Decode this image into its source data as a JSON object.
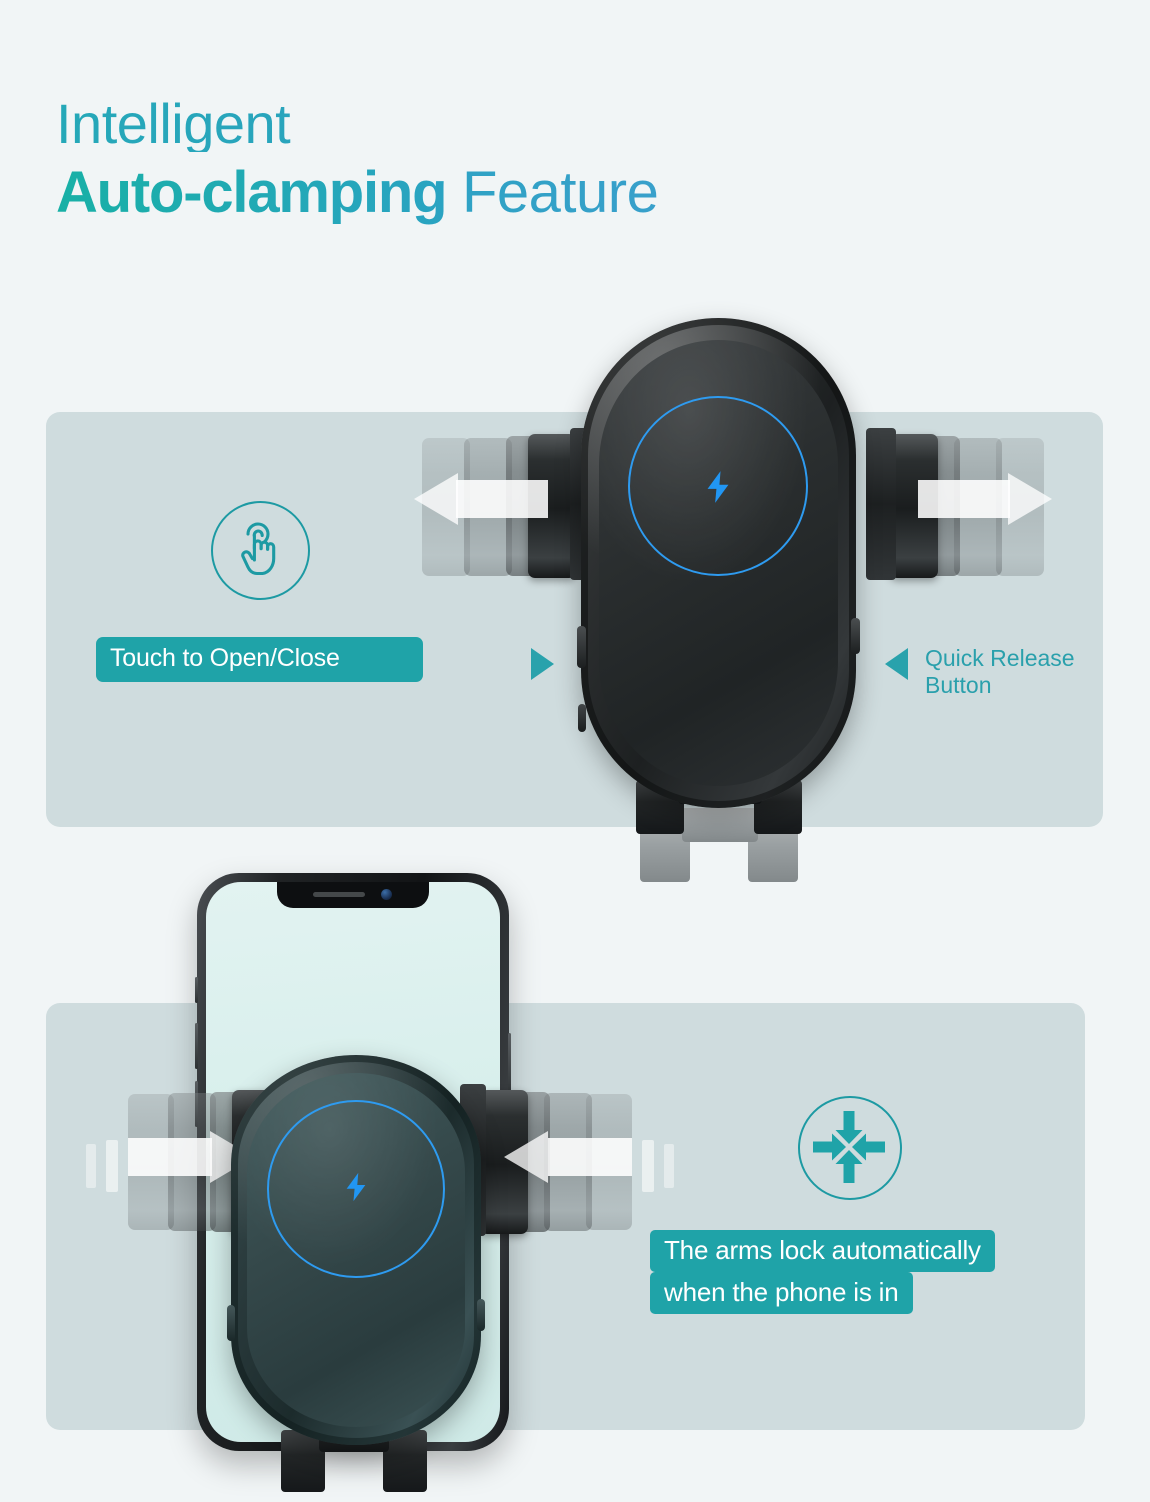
{
  "page": {
    "background_color": "#f1f5f6",
    "panel_color": "#cfdcde",
    "accent_teal": "#1fa3a8",
    "accent_blue": "#2196f3",
    "heading_gradient_from": "#18b0a6",
    "heading_gradient_to": "#38a0cb"
  },
  "headline": {
    "line1": "Intelligent",
    "line2_bold": "Auto-clamping",
    "line2_regular": " Feature"
  },
  "top_panel": {
    "icon": "touch-hand-icon",
    "label": "Touch to Open/Close",
    "pointer_left": "triangle-right-icon",
    "pointer_right": "triangle-left-icon",
    "callout": "Quick Release\nButton",
    "device": {
      "name": "wireless-car-charger-mount",
      "charge_symbol": "lightning-bolt-icon",
      "arm_motion": "outward",
      "left_arrow": "arrow-left-icon",
      "right_arrow": "arrow-right-icon"
    }
  },
  "bottom_panel": {
    "icon": "arrows-converge-icon",
    "caption_line1": "The arms lock automatically",
    "caption_line2": "when the phone is in",
    "device": {
      "name": "wireless-car-charger-mount-with-phone",
      "charge_symbol": "lightning-bolt-icon",
      "arm_motion": "inward",
      "left_arrow": "arrow-right-icon",
      "right_arrow": "arrow-left-icon",
      "phone": "smartphone-with-notch"
    }
  }
}
